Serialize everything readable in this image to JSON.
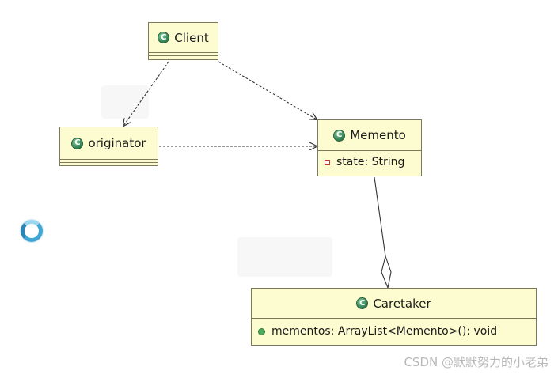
{
  "diagram": {
    "classes": {
      "client": {
        "name": "Client",
        "stereotype_icon": "class-icon",
        "members": []
      },
      "originator": {
        "name": "originator",
        "stereotype_icon": "class-icon",
        "members": []
      },
      "memento": {
        "name": "Memento",
        "stereotype_icon": "class-icon",
        "members": [
          {
            "visibility": "private",
            "icon": "private-field-icon",
            "text": "state: String"
          }
        ]
      },
      "caretaker": {
        "name": "Caretaker",
        "stereotype_icon": "class-icon",
        "members": [
          {
            "visibility": "public",
            "icon": "public-member-icon",
            "text": "mementos: ArrayList<Memento>(): void"
          }
        ]
      }
    },
    "relationships": [
      {
        "from": "Client",
        "to": "originator",
        "type": "dependency"
      },
      {
        "from": "Client",
        "to": "Memento",
        "type": "dependency"
      },
      {
        "from": "originator",
        "to": "Memento",
        "type": "dependency"
      },
      {
        "from": "Caretaker",
        "to": "Memento",
        "type": "aggregation"
      }
    ],
    "icon_glyph": "C"
  },
  "overlay": {
    "loading_icon": "loading-ring-icon",
    "watermark": "CSDN @默默努力的小老弟"
  },
  "colors": {
    "class_fill": "#fdfbd0",
    "class_border": "#7a7a5a",
    "class_icon": "#2f7d4f",
    "private_icon": "#c0392b",
    "public_icon": "#4caa5a",
    "line": "#333333",
    "watermark": "#b8b8b8"
  }
}
